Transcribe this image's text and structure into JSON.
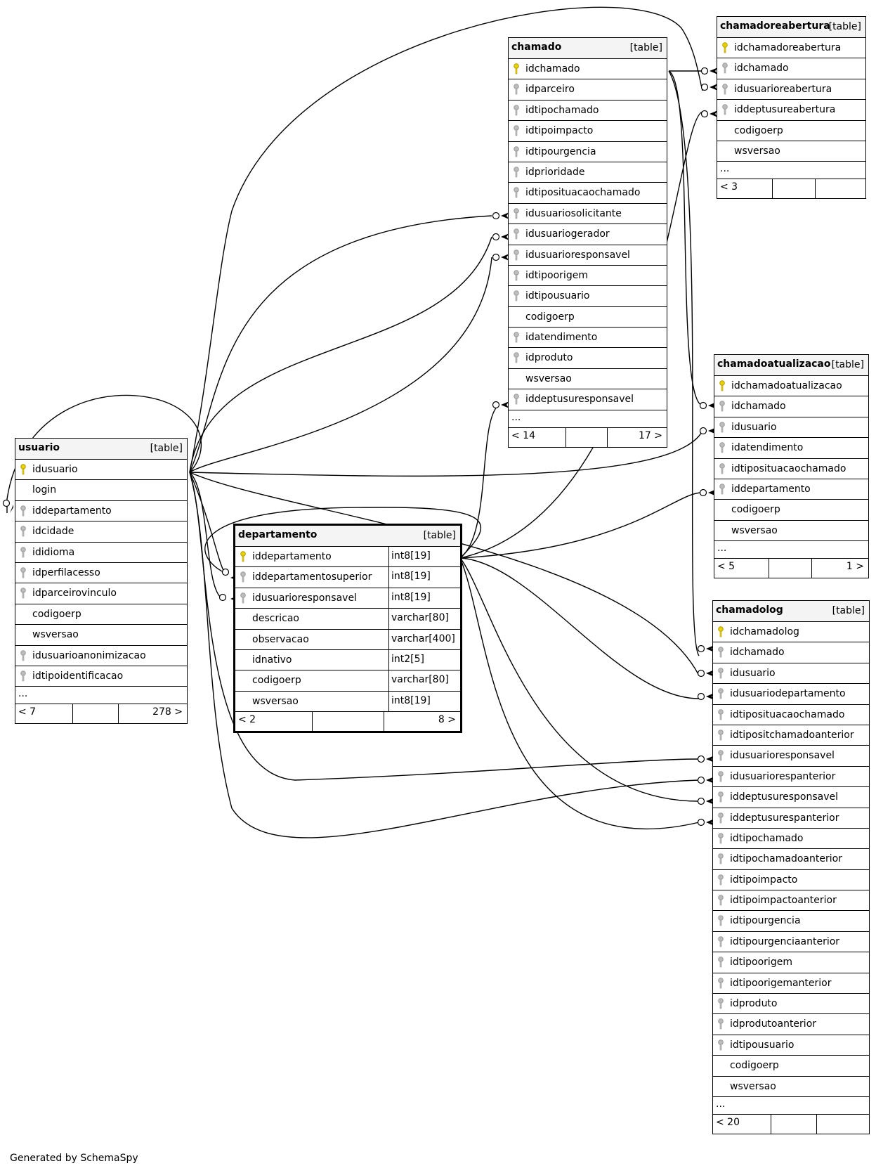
{
  "tables": {
    "chamado": {
      "name": "chamado",
      "tag": "[table]",
      "columns": [
        {
          "name": "idchamado",
          "key": "pk"
        },
        {
          "name": "idparceiro",
          "key": "fk"
        },
        {
          "name": "idtipochamado",
          "key": "fk"
        },
        {
          "name": "idtipoimpacto",
          "key": "fk"
        },
        {
          "name": "idtipourgencia",
          "key": "fk"
        },
        {
          "name": "idprioridade",
          "key": "fk"
        },
        {
          "name": "idtipositu acaochamado",
          "key": "fk"
        },
        {
          "name": "idusuariosolicitante",
          "key": "fk"
        },
        {
          "name": "idusuariogerador",
          "key": "fk"
        },
        {
          "name": "idusuarioresponsavel",
          "key": "fk"
        },
        {
          "name": "idtipoorigem",
          "key": "fk"
        },
        {
          "name": "idtipousuario",
          "key": "fk"
        },
        {
          "name": "codigoerp",
          "key": ""
        },
        {
          "name": "idatendimento",
          "key": "fk"
        },
        {
          "name": "idproduto",
          "key": "fk"
        },
        {
          "name": "wsversao",
          "key": ""
        },
        {
          "name": "iddeptusuresponsavel",
          "key": "fk"
        }
      ],
      "more": "...",
      "footer_left": "< 14",
      "footer_right": "17 >"
    },
    "chamadoreabertura": {
      "name": "chamadoreabertura",
      "tag": "[table]",
      "columns": [
        {
          "name": "idchamadoreabertura",
          "key": "pk"
        },
        {
          "name": "idchamado",
          "key": "fk"
        },
        {
          "name": "idusuarioreabertura",
          "key": "fk"
        },
        {
          "name": "iddeptusureabertura",
          "key": "fk"
        },
        {
          "name": "codigoerp",
          "key": ""
        },
        {
          "name": "wsversao",
          "key": ""
        }
      ],
      "more": "...",
      "footer_left": "< 3",
      "footer_right": ""
    },
    "chamadoatualizacao": {
      "name": "chamadoatualizacao",
      "tag": "[table]",
      "columns": [
        {
          "name": "idchamadoatualizacao",
          "key": "pk"
        },
        {
          "name": "idchamado",
          "key": "fk"
        },
        {
          "name": "idusuario",
          "key": "fk"
        },
        {
          "name": "idatendimento",
          "key": "fk"
        },
        {
          "name": "idtipositu acaochamado",
          "key": "fk"
        },
        {
          "name": "iddepartamento",
          "key": "fk"
        },
        {
          "name": "codigoerp",
          "key": ""
        },
        {
          "name": "wsversao",
          "key": ""
        }
      ],
      "more": "...",
      "footer_left": "< 5",
      "footer_right": "1 >"
    },
    "usuario": {
      "name": "usuario",
      "tag": "[table]",
      "columns": [
        {
          "name": "idusuario",
          "key": "pk"
        },
        {
          "name": "login",
          "key": ""
        },
        {
          "name": "iddepartamento",
          "key": "fk"
        },
        {
          "name": "idcidade",
          "key": "fk"
        },
        {
          "name": "ididioma",
          "key": "fk"
        },
        {
          "name": "idperfilacesso",
          "key": "fk"
        },
        {
          "name": "idparceirovinculo",
          "key": "fk"
        },
        {
          "name": "codigoerp",
          "key": ""
        },
        {
          "name": "wsversao",
          "key": ""
        },
        {
          "name": "idusuarioanonimizacao",
          "key": "fk"
        },
        {
          "name": "idtipoidentificacao",
          "key": "fk"
        }
      ],
      "more": "...",
      "footer_left": "< 7",
      "footer_right": "278 >"
    },
    "departamento": {
      "name": "departamento",
      "tag": "[table]",
      "columns": [
        {
          "name": "iddepartamento",
          "key": "pk",
          "type": "int8[19]"
        },
        {
          "name": "iddepartamentosuperior",
          "key": "fk",
          "type": "int8[19]"
        },
        {
          "name": "idusuarioresponsavel",
          "key": "fk",
          "type": "int8[19]"
        },
        {
          "name": "descricao",
          "key": "",
          "type": "varchar[80]"
        },
        {
          "name": "observacao",
          "key": "",
          "type": "varchar[400]"
        },
        {
          "name": "idnativo",
          "key": "",
          "type": "int2[5]"
        },
        {
          "name": "codigoerp",
          "key": "",
          "type": "varchar[80]"
        },
        {
          "name": "wsversao",
          "key": "",
          "type": "int8[19]"
        }
      ],
      "footer_left": "< 2",
      "footer_right": "8 >"
    },
    "chamadolog": {
      "name": "chamadolog",
      "tag": "[table]",
      "columns": [
        {
          "name": "idchamadolog",
          "key": "pk"
        },
        {
          "name": "idchamado",
          "key": "fk"
        },
        {
          "name": "idusuario",
          "key": "fk"
        },
        {
          "name": "idusuariodepartamento",
          "key": "fk"
        },
        {
          "name": "idtipositu acaochamado",
          "key": "fk"
        },
        {
          "name": "idtipositchamadoanterior",
          "key": "fk"
        },
        {
          "name": "idusuarioresponsavel",
          "key": "fk"
        },
        {
          "name": "idusuariorespanterior",
          "key": "fk"
        },
        {
          "name": "iddeptusuresponsavel",
          "key": "fk"
        },
        {
          "name": "iddeptusurespanterior",
          "key": "fk"
        },
        {
          "name": "idtipochamado",
          "key": "fk"
        },
        {
          "name": "idtipochamadoanterior",
          "key": "fk"
        },
        {
          "name": "idtipoimpacto",
          "key": "fk"
        },
        {
          "name": "idtipoimpactoanterior",
          "key": "fk"
        },
        {
          "name": "idtipourgencia",
          "key": "fk"
        },
        {
          "name": "idtipourgenciaanterior",
          "key": "fk"
        },
        {
          "name": "idtipoorigem",
          "key": "fk"
        },
        {
          "name": "idtipoorigemanterior",
          "key": "fk"
        },
        {
          "name": "idproduto",
          "key": "fk"
        },
        {
          "name": "idprodutoanterior",
          "key": "fk"
        },
        {
          "name": "idtipousuario",
          "key": "fk"
        },
        {
          "name": "codigoerp",
          "key": ""
        },
        {
          "name": "wsversao",
          "key": ""
        }
      ],
      "more": "...",
      "footer_left": "< 20",
      "footer_right": ""
    }
  },
  "footer": "Generated by SchemaSpy"
}
